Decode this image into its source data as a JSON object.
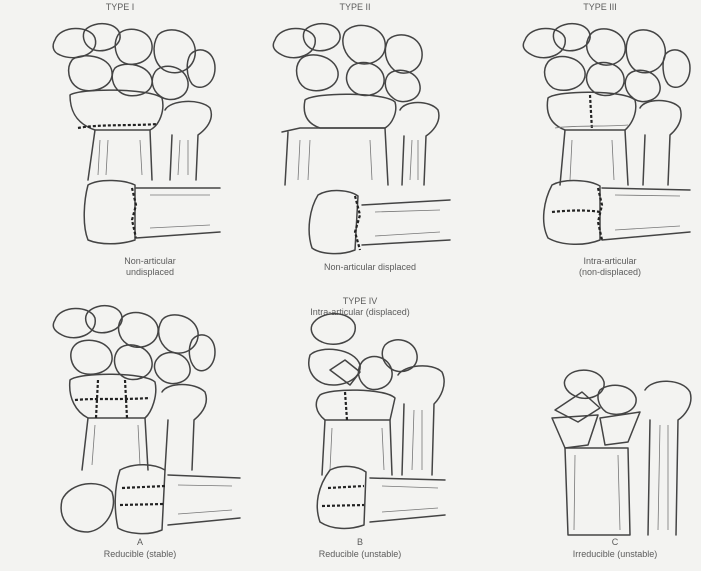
{
  "figure": {
    "background": "#f3f3f1",
    "line_color": "#444444",
    "panels": [
      {
        "id": "type-1",
        "heading": "TYPE I",
        "caption1": "Non-articular",
        "caption2": "undisplaced"
      },
      {
        "id": "type-2",
        "heading": "TYPE II",
        "caption1": "Non-articular displaced",
        "caption2": ""
      },
      {
        "id": "type-3",
        "heading": "TYPE III",
        "caption1": "Intra-articular",
        "caption2": "(non-displaced)"
      },
      {
        "id": "type-4a",
        "heading": "",
        "caption1": "A",
        "caption2": "Reducible (stable)"
      },
      {
        "id": "type-4b",
        "heading": "",
        "caption1": "B",
        "caption2": "Reducible (unstable)"
      },
      {
        "id": "type-4c",
        "heading": "",
        "caption1": "C",
        "caption2": "Irreducible (unstable)"
      }
    ],
    "group_heading": "TYPE IV",
    "group_subheading": "Intra-articular (displaced)"
  }
}
